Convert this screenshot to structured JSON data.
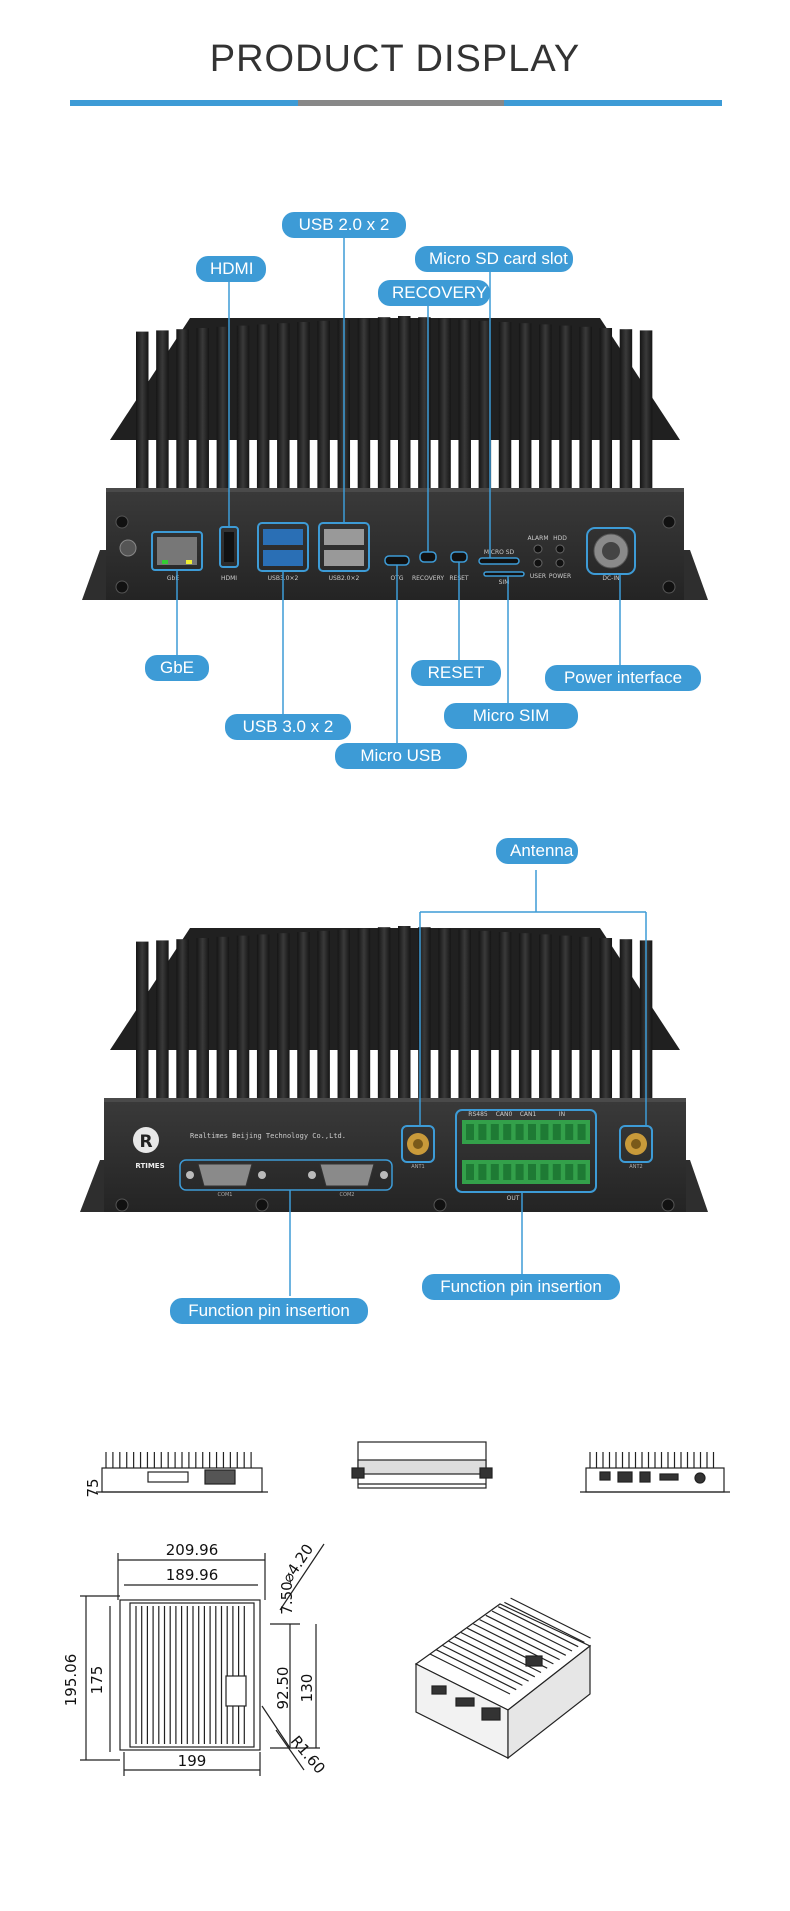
{
  "page": {
    "title": "PRODUCT DISPLAY"
  },
  "colors": {
    "accent": "#3d9bd6",
    "gray_bar": "#888888",
    "device": "#2b2b2b",
    "fin": "#1c1c1c",
    "terminal": "#33a04a",
    "gold": "#c99a3a"
  },
  "front_view": {
    "labels": {
      "usb20": "USB 2.0 x 2",
      "hdmi": "HDMI",
      "micro_sd": "Micro SD card slot",
      "recovery": "RECOVERY",
      "gbe": "GbE",
      "reset": "RESET",
      "power": "Power interface",
      "micro_sim": "Micro SIM",
      "usb30": "USB 3.0 x 2",
      "micro_usb": "Micro USB"
    },
    "panel_text": {
      "gbe": "GbE",
      "hdmi": "HDMI",
      "usb3": "USB3.0×2",
      "usb2": "USB2.0×2",
      "otg": "OTG",
      "recovery": "RECOVERY",
      "reset": "RESET",
      "micro_sd": "MICRO SD",
      "sim": "SIM",
      "alarm": "ALARM",
      "hdd": "HDD",
      "user": "USER",
      "power_led": "POWER",
      "dc": "DC-IN"
    }
  },
  "rear_view": {
    "labels": {
      "antenna": "Antenna",
      "function_pin_left": "Function pin insertion",
      "function_pin_right": "Function pin insertion"
    },
    "panel_text": {
      "company": "Realtimes Beijing Technology Co.,Ltd.",
      "logo": "RTIMES",
      "com1": "COM1",
      "com2": "COM2",
      "rs485": "RS485",
      "can0": "CAN0",
      "can1": "CAN1",
      "in": "IN",
      "out": "OUT",
      "ant1": "ANT1",
      "ant2": "ANT2"
    }
  },
  "drawing": {
    "dims": {
      "height": "75",
      "width_outer": "209.96",
      "width_inner": "189.96",
      "hole": "⌀4.20",
      "depth_outer": "195.06",
      "depth_inner": "175",
      "offset": "7.50",
      "mid": "92.50",
      "right_depth": "130",
      "radius": "R1.60",
      "bottom": "199"
    }
  }
}
